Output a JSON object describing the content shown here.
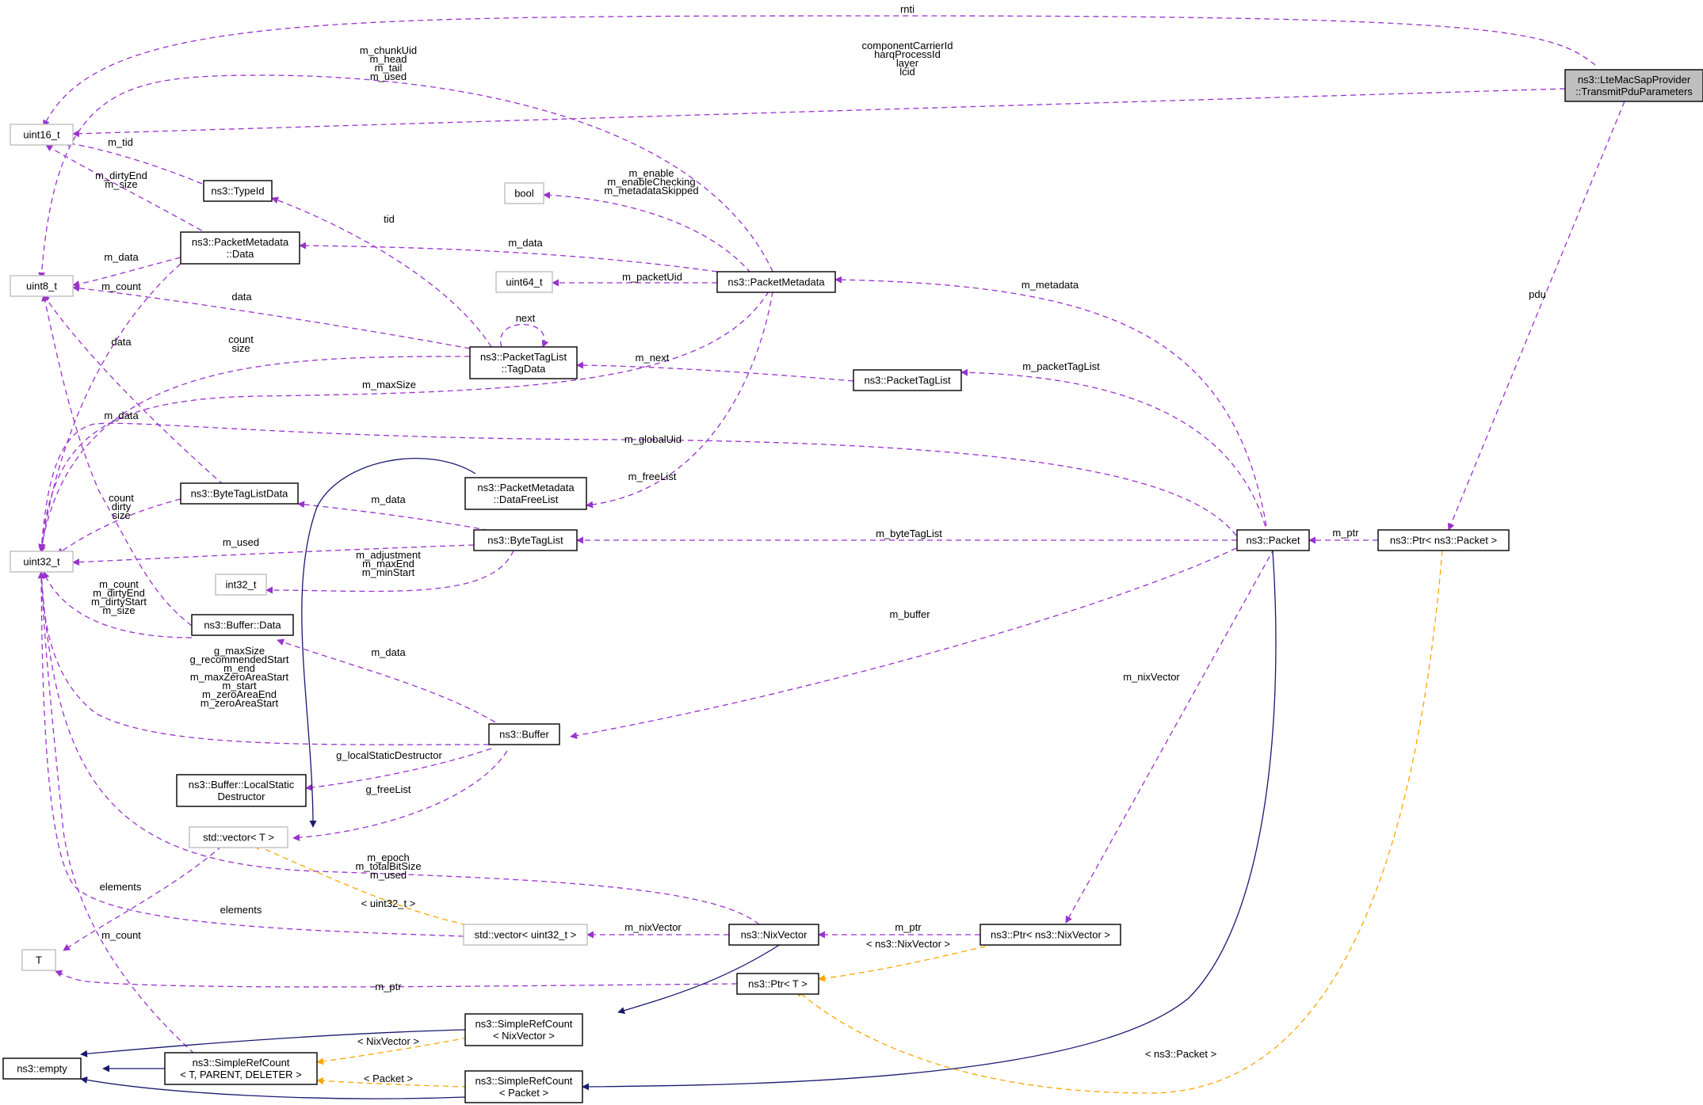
{
  "colors": {
    "member_edge": "#9a32cd",
    "template_edge": "#ffa500",
    "inheritance_edge": "#191970",
    "focus_fill": "#bfbfbf",
    "external_border": "#bfbfbf"
  },
  "nodes": {
    "focus": {
      "lines": [
        "ns3::LteMacSapProvider",
        "::TransmitPduParameters"
      ],
      "kind": "focus"
    },
    "uint16": {
      "lines": [
        "uint16_t"
      ],
      "kind": "external"
    },
    "uint8": {
      "lines": [
        "uint8_t"
      ],
      "kind": "external"
    },
    "uint32": {
      "lines": [
        "uint32_t"
      ],
      "kind": "external"
    },
    "boolt": {
      "lines": [
        "bool"
      ],
      "kind": "external"
    },
    "uint64": {
      "lines": [
        "uint64_t"
      ],
      "kind": "external"
    },
    "int32": {
      "lines": [
        "int32_t"
      ],
      "kind": "external"
    },
    "T": {
      "lines": [
        "T"
      ],
      "kind": "external"
    },
    "vectorT": {
      "lines": [
        "std::vector< T >"
      ],
      "kind": "external"
    },
    "vectorU32": {
      "lines": [
        "std::vector< uint32_t >"
      ],
      "kind": "external"
    },
    "typeid": {
      "lines": [
        "ns3::TypeId"
      ],
      "kind": "class"
    },
    "pmData": {
      "lines": [
        "ns3::PacketMetadata",
        "::Data"
      ],
      "kind": "class"
    },
    "packetMetadata": {
      "lines": [
        "ns3::PacketMetadata"
      ],
      "kind": "class"
    },
    "tagData": {
      "lines": [
        "ns3::PacketTagList",
        "::TagData"
      ],
      "kind": "class"
    },
    "packetTagList": {
      "lines": [
        "ns3::PacketTagList"
      ],
      "kind": "class"
    },
    "dataFreeList": {
      "lines": [
        "ns3::PacketMetadata",
        "::DataFreeList"
      ],
      "kind": "class"
    },
    "byteTagListData": {
      "lines": [
        "ns3::ByteTagListData"
      ],
      "kind": "class"
    },
    "byteTagList": {
      "lines": [
        "ns3::ByteTagList"
      ],
      "kind": "class"
    },
    "bufferData": {
      "lines": [
        "ns3::Buffer::Data"
      ],
      "kind": "class"
    },
    "buffer": {
      "lines": [
        "ns3::Buffer"
      ],
      "kind": "class"
    },
    "localStatic": {
      "lines": [
        "ns3::Buffer::LocalStatic",
        "Destructor"
      ],
      "kind": "class"
    },
    "packet": {
      "lines": [
        "ns3::Packet"
      ],
      "kind": "class"
    },
    "ptrPacket": {
      "lines": [
        "ns3::Ptr< ns3::Packet >"
      ],
      "kind": "class"
    },
    "nixVector": {
      "lines": [
        "ns3::NixVector"
      ],
      "kind": "class"
    },
    "ptrNix": {
      "lines": [
        "ns3::Ptr< ns3::NixVector >"
      ],
      "kind": "class"
    },
    "ptrT": {
      "lines": [
        "ns3::Ptr< T >"
      ],
      "kind": "class"
    },
    "srcNix": {
      "lines": [
        "ns3::SimpleRefCount",
        "< NixVector >"
      ],
      "kind": "class"
    },
    "srcT": {
      "lines": [
        "ns3::SimpleRefCount",
        "< T, PARENT, DELETER >"
      ],
      "kind": "class"
    },
    "srcPacket": {
      "lines": [
        "ns3::SimpleRefCount",
        "< Packet >"
      ],
      "kind": "class"
    },
    "empty": {
      "lines": [
        "ns3::empty"
      ],
      "kind": "class"
    }
  },
  "edge_labels": {
    "rnti": [
      "rnti"
    ],
    "params": [
      "componentCarrierId",
      "harqProcessId",
      "layer",
      "lcid"
    ],
    "chunk": [
      "m_chunkUid",
      "m_head",
      "m_tail",
      "m_used"
    ],
    "m_tid": [
      "m_tid"
    ],
    "dirty_size": [
      "m_dirtyEnd",
      "m_size"
    ],
    "enable": [
      "m_enable",
      "m_enableChecking",
      "m_metadataSkipped"
    ],
    "tid": [
      "tid"
    ],
    "m_data_pm": [
      "m_data"
    ],
    "m_data_u8": [
      "m_data"
    ],
    "m_count": [
      "m_count"
    ],
    "m_packetUid": [
      "m_packetUid"
    ],
    "m_metadata": [
      "m_metadata"
    ],
    "pdu": [
      "pdu"
    ],
    "data_u8": [
      "data"
    ],
    "next": [
      "next"
    ],
    "count_size": [
      "count",
      "size"
    ],
    "data_btl": [
      "data"
    ],
    "m_next": [
      "m_next"
    ],
    "m_packetTagList": [
      "m_packetTagList"
    ],
    "m_maxSize": [
      "m_maxSize"
    ],
    "m_data_bd": [
      "m_data"
    ],
    "m_globalUid": [
      "m_globalUid"
    ],
    "m_freeList": [
      "m_freeList"
    ],
    "count_dirty_size": [
      "count",
      "dirty",
      "size"
    ],
    "m_data_btl": [
      "m_data"
    ],
    "m_used": [
      "m_used"
    ],
    "m_byteTagList": [
      "m_byteTagList"
    ],
    "m_ptr_pkt": [
      "m_ptr"
    ],
    "adjust": [
      "m_adjustment",
      "m_maxEnd",
      "m_minStart"
    ],
    "bd_fields": [
      "m_count",
      "m_dirtyEnd",
      "m_dirtyStart",
      "m_size"
    ],
    "m_buffer": [
      "m_buffer"
    ],
    "buf_fields": [
      "g_maxSize",
      "g_recommendedStart",
      "m_end",
      "m_maxZeroAreaStart",
      "m_start",
      "m_zeroAreaEnd",
      "m_zeroAreaStart"
    ],
    "m_data_buf": [
      "m_data"
    ],
    "m_nixVector": [
      "m_nixVector"
    ],
    "g_local": [
      "g_localStaticDestructor"
    ],
    "g_freeList": [
      "g_freeList"
    ],
    "epoch": [
      "m_epoch",
      "m_totalBitSize",
      "m_used"
    ],
    "u32_tmpl": [
      "< uint32_t >"
    ],
    "elements_T": [
      "elements"
    ],
    "elements_u32": [
      "elements"
    ],
    "m_nixVector2": [
      "m_nixVector"
    ],
    "m_ptr_nix": [
      "m_ptr"
    ],
    "m_count2": [
      "m_count"
    ],
    "nix_tmpl": [
      "< ns3::NixVector >"
    ],
    "m_ptr_T": [
      "m_ptr"
    ],
    "nixvec_tmpl": [
      "< NixVector >"
    ],
    "packet_tmpl": [
      "< Packet >"
    ],
    "ns3packet_tmpl": [
      "< ns3::Packet >"
    ]
  }
}
